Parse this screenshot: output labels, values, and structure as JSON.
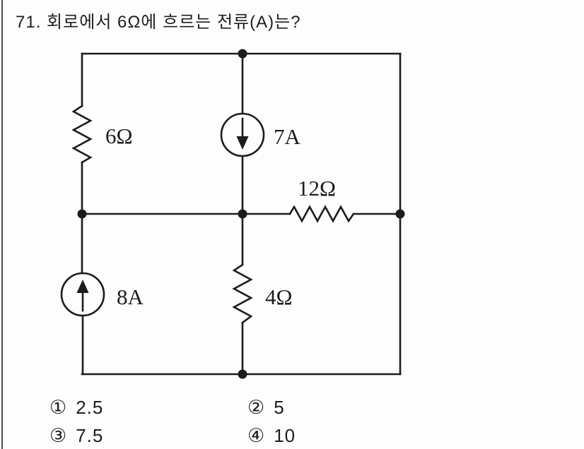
{
  "question": {
    "text": "71. 회로에서 6Ω에 흐르는 전류(A)는?"
  },
  "circuit": {
    "resistor_6ohm": {
      "label": "6Ω"
    },
    "current_source_7a": {
      "label": "7A",
      "arrow_direction": "down"
    },
    "resistor_12ohm": {
      "label": "12Ω"
    },
    "current_source_8a": {
      "label": "8A",
      "arrow_direction": "up"
    },
    "resistor_4ohm": {
      "label": "4Ω"
    }
  },
  "options": [
    {
      "marker": "①",
      "value": "2.5"
    },
    {
      "marker": "②",
      "value": "5"
    },
    {
      "marker": "③",
      "value": "7.5"
    },
    {
      "marker": "④",
      "value": "10"
    }
  ],
  "colors": {
    "ink": "#1c1c1c",
    "paper": "#fdfdfd",
    "scan_border": "#4a4a4a"
  }
}
